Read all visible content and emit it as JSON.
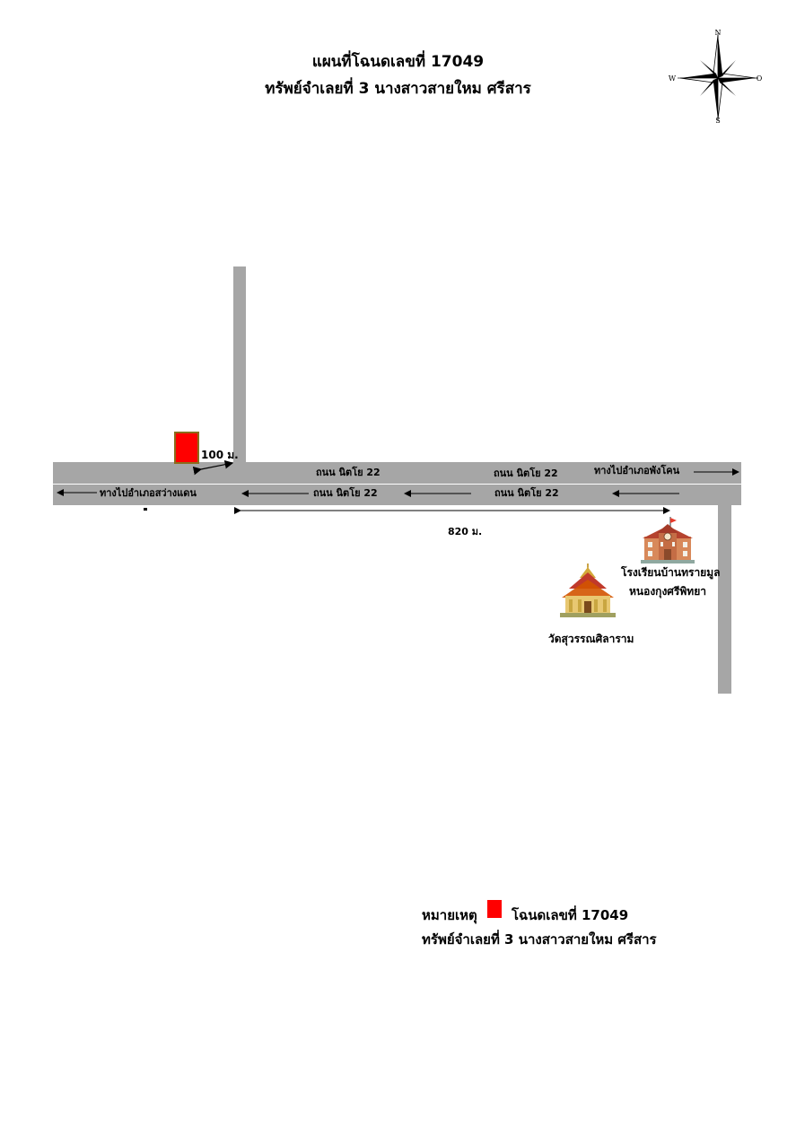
{
  "title": {
    "line1": "แผนที่โฉนดเลขที่ 17049",
    "line2": "ทรัพย์จำเลยที่  3 นางสาวสายใหม  ศรีสาร"
  },
  "compass": {
    "north": "N",
    "south": "S",
    "west": "W",
    "east": "O"
  },
  "roads": {
    "label_upper_left": "ถนน นิตโย 22",
    "label_upper_right": "ถนน นิตโย 22",
    "label_lower_left": "ถนน นิตโย 22",
    "label_lower_right": "ถนน นิตโย 22",
    "to_west": "ทางไปอำเภอสว่างแดน",
    "to_east": "ทางไปอำเภอพังโคน"
  },
  "distances": {
    "to_junction": "100 ม.",
    "to_school": "820 ม."
  },
  "landmarks": {
    "school_line1": "โรงเรียนบ้านทรายมูล",
    "school_line2": "หนองกุงศรีพิทยา",
    "temple": "วัดสุวรรณศิลาราม"
  },
  "legend": {
    "label": "หมายเหตุ",
    "plot_text": "โฉนดเลขที่ 17049",
    "line2": "ทรัพย์จำเลยที่  3 นางสาวสายใหม  ศรีสาร"
  },
  "colors": {
    "road": "#a6a6a6",
    "plot": "#ff0000",
    "plot_border": "#8a6d1c"
  }
}
